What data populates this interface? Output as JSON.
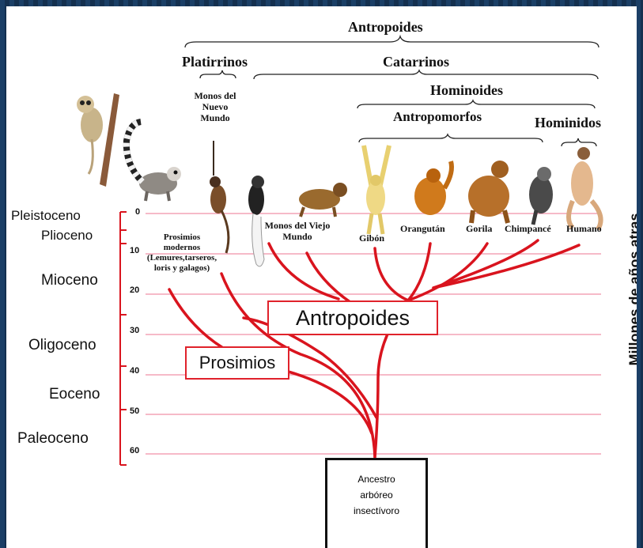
{
  "groups": {
    "antropoides_top": "Antropoides",
    "platirrinos": "Platirrinos",
    "catarrinos": "Catarrinos",
    "hominoides": "Hominoides",
    "antropomorfos": "Antropomorfos",
    "hominidos": "Hominidos",
    "monos_nuevo_mundo": [
      "Monos del",
      "Nuevo",
      "Mundo"
    ]
  },
  "epochs": [
    "Pleistoceno",
    "Plioceno",
    "Mioceno",
    "Oligoceno",
    "Eoceno",
    "Paleoceno"
  ],
  "ticks": [
    "0",
    "10",
    "20",
    "30",
    "40",
    "50",
    "60"
  ],
  "axis_label": "Millones de años atras",
  "species": {
    "prosimios_modernos": [
      "Prosimios",
      "modernos",
      "(Lemures,tarseros,",
      "loris y galagos)"
    ],
    "monos_viejo_mundo": [
      "Monos del Viejo",
      "Mundo"
    ],
    "gibon": "Gibón",
    "orangutan": "Orangután",
    "gorila": "Gorila",
    "chimpance": "Chimpancé",
    "humano": "Humano"
  },
  "clades": {
    "antropoides": "Antropoides",
    "prosimios": "Prosimios"
  },
  "ancestor": [
    "Ancestro",
    "arbóreo",
    "insectívoro"
  ],
  "colors": {
    "branch": "#d9141e",
    "gridline": "#f3a3b6",
    "frame": "#1b3f66"
  }
}
